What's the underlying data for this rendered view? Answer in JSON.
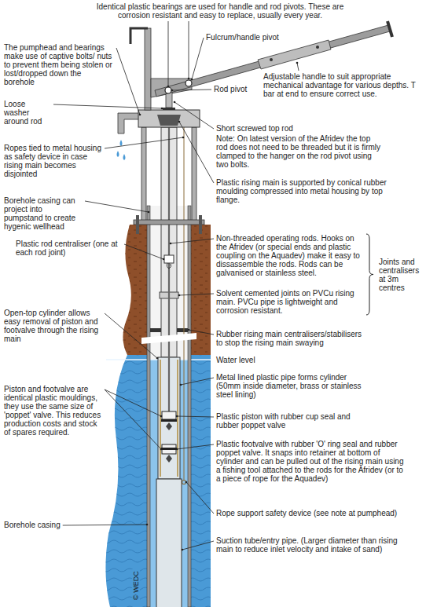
{
  "diagram": {
    "labels": [
      "Identical plastic bearings are used for handle and rod pivots. These are corrosion resistant and easy to replace, usually every year.",
      "The pumphead and bearings make use of captive bolts/ nuts to prevent them being stolen or lost/dropped down the borehole",
      "Fulcrum/handle pivot",
      "Adjustable handle to suit appropriate mechanical advantage for various depths. T bar at end to ensure correct use.",
      "Rod pivot",
      "Loose washer around rod",
      "Short screwed top rod",
      "Note: On latest version of the Afridev the top rod does not need to be threaded but it is firmly clamped to the hanger on the rod pivot using two bolts.",
      "Ropes tied to metal housing as safety device in case rising main becomes disjointed",
      "Plastic rising main is supported by conical rubber moulding compressed into metal housing by top flange.",
      "Borehole casing can project into pumpstand to create hygenic wellhead",
      "Plastic rod centraliser (one at each rod joint)",
      "Non-threaded operating rods. Hooks on the Afridev (or special ends and plastic coupling on the Aquadev) make it easy to dissassemble the rods. Rods can be galvanised or stainless steel.",
      "Joints and centralisers at 3m centres",
      "Solvent cemented joints on PVCu rising main. PVCu pipe is lightweight and corrosion resistant.",
      "Open-top cylinder allows easy removal of piston and footvalve through the rising main",
      "Rubber rising main centralisers/stabilisers to stop the rising main swaying",
      "Water level",
      "Metal lined plastic pipe forms cylinder (50mm inside diameter, brass or stainless steel lining)",
      "Piston and footvalve are identical plastic mouldings, they use the same size of 'poppet' valve. This reduces production costs and stock of spares required.",
      "Plastic piston with rubber cup seal and rubber poppet valve",
      "Plastic footvalve with rubber 'O' ring seal and rubber poppet valve. It snaps into retainer at bottom of cylinder and can be pulled out of the rising main using a fishing tool attached to the rods for the Afridev (or to a piece of rope for the Aquadev)",
      "Borehole casing",
      "Rope support safety device (see note at pumphead)",
      "Suction tube/entry pipe. (Larger diameter than rising main to reduce inlet velocity and intake of sand)",
      "© WEDC"
    ]
  }
}
